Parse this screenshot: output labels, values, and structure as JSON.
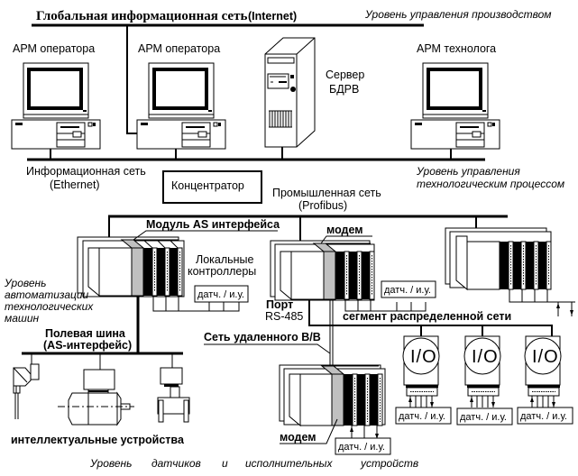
{
  "title": "Глобальная информационная сеть",
  "title_suffix": "(Internet)",
  "levels": {
    "production": "Уровень управления производством",
    "process_1": "Уровень управления",
    "process_2": "технологическим процессом",
    "automation_1": "Уровень",
    "automation_2": "автоматизации",
    "automation_3": "технологических",
    "automation_4": "машин",
    "sensors": [
      "Уровень",
      "датчиков",
      "и",
      "исполнительных",
      "устройств"
    ]
  },
  "workstations": [
    {
      "label": "АРМ оператора"
    },
    {
      "label": "АРМ оператора"
    },
    {
      "label": "АРМ технолога"
    }
  ],
  "server": {
    "label_1": "Сервер",
    "label_2": "БДРВ"
  },
  "networks": {
    "ethernet_1": "Информационная сеть",
    "ethernet_2": "(Ethernet)",
    "hub": "Концентратор",
    "profibus_1": "Промышленная сеть",
    "profibus_2": "(Profibus)",
    "fieldbus_1": "Полевая шина",
    "fieldbus_2": "(AS-интерфейс)",
    "segment": "сегмент распределенной сети",
    "remote_io": "Сеть удаленного В/В",
    "port_1": "Порт",
    "port_2": "RS-485"
  },
  "modules": {
    "as_module": "Модуль AS интерфейса",
    "modem_top": "модем",
    "modem_bottom": "модем",
    "local_controllers_1": "Локальные",
    "local_controllers_2": "контроллеры",
    "smart_devices": "интеллектуальные устройства"
  },
  "io_label": "I/O",
  "sensor_box": "датч. / и.у.",
  "colors": {
    "line": "#000000",
    "modem_fill": "#c0c0c0",
    "background": "#ffffff"
  }
}
